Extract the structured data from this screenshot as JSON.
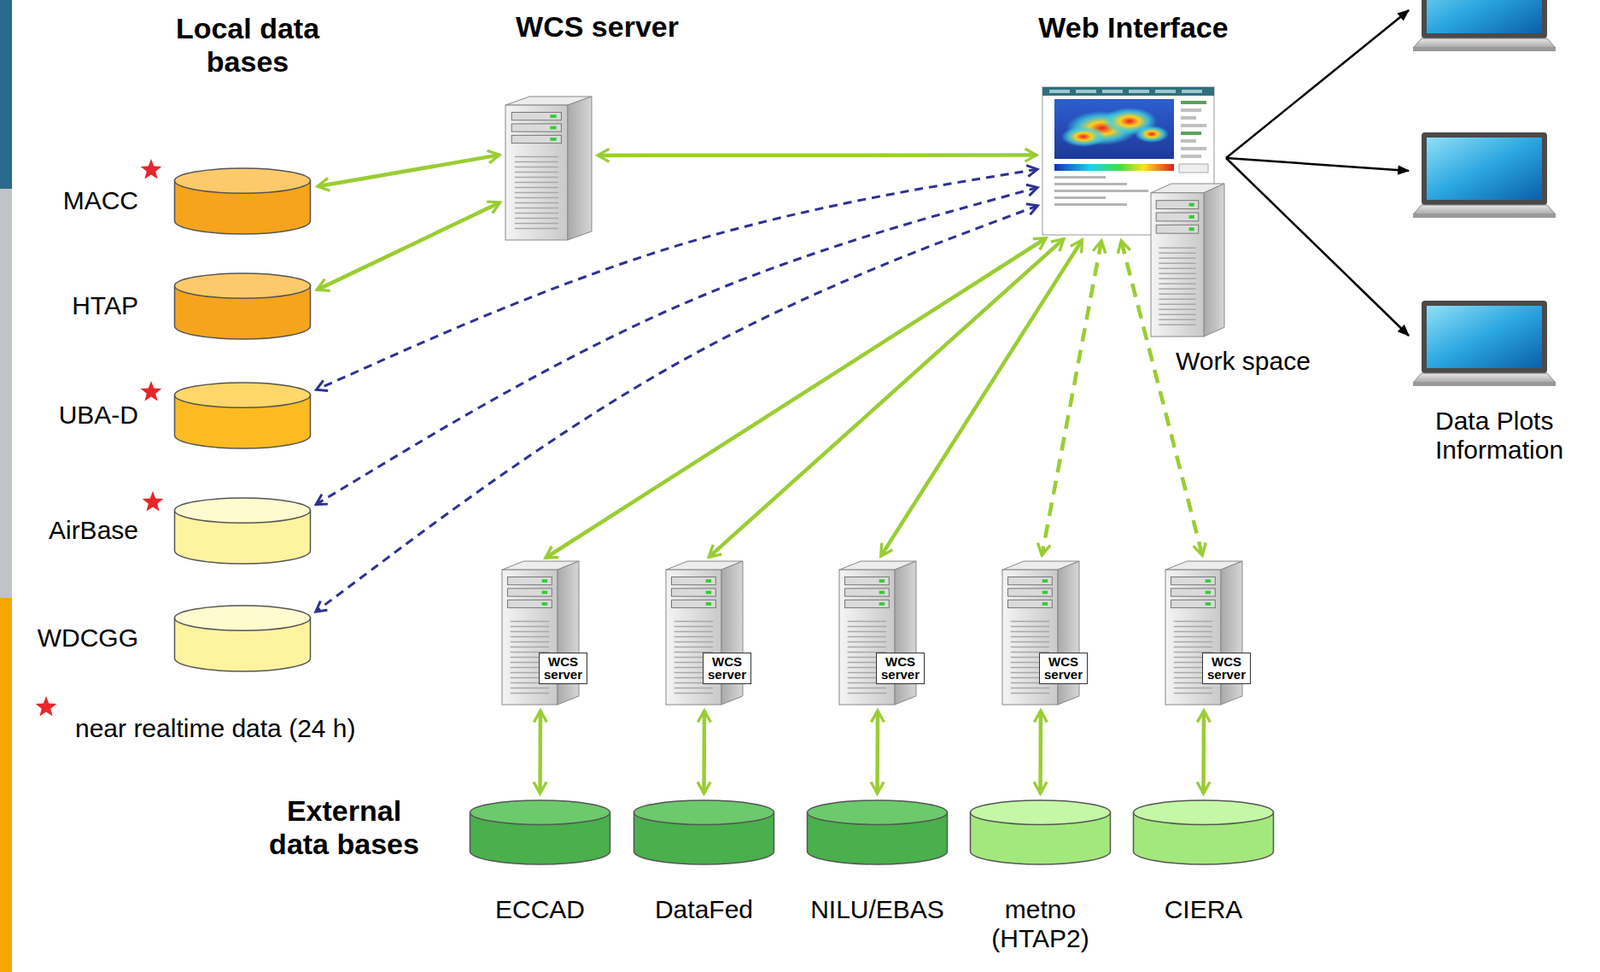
{
  "diagram": {
    "nodes": [
      {
        "text": [
          "WCS server"
        ]
      },
      {
        "text": [
          "Web Interface"
        ]
      },
      {
        "text": [
          "MACC"
        ]
      },
      {
        "text": [
          "HTAP"
        ]
      },
      {
        "text": [
          "UBA-D"
        ]
      },
      {
        "text": [
          "AirBase"
        ]
      },
      {
        "text": [
          "WDCGG"
        ]
      },
      {
        "text": [
          "Work space"
        ]
      },
      {
        "text": [
          "WCS server"
        ]
      },
      {
        "text": [
          "WCS server"
        ]
      },
      {
        "text": [
          "WCS server"
        ]
      },
      {
        "text": [
          "WCS server"
        ]
      },
      {
        "text": [
          "WCS server"
        ]
      },
      {
        "text": [
          "ECCAD"
        ]
      },
      {
        "text": [
          "DataFed"
        ]
      },
      {
        "text": [
          "NILU/EBAS"
        ]
      },
      {
        "text": [
          "metno (HTAP2)"
        ]
      },
      {
        "text": [
          "CIERA"
        ]
      }
    ],
    "edges": [
      {
        "from": 2,
        "to": 0,
        "arrow": "both"
      },
      {
        "from": 3,
        "to": 0,
        "arrow": "both"
      },
      {
        "from": 0,
        "to": 1,
        "arrow": "both"
      },
      {
        "from": 1,
        "to": 4,
        "arrow": "both"
      },
      {
        "from": 1,
        "to": 5,
        "arrow": "both"
      },
      {
        "from": 1,
        "to": 6,
        "arrow": "both"
      },
      {
        "from": 1,
        "to": 8,
        "arrow": "both"
      },
      {
        "from": 1,
        "to": 9,
        "arrow": "both"
      },
      {
        "from": 1,
        "to": 10,
        "arrow": "both"
      },
      {
        "from": 1,
        "to": 11,
        "arrow": "both"
      },
      {
        "from": 1,
        "to": 12,
        "arrow": "both"
      },
      {
        "from": 8,
        "to": 13,
        "arrow": "both"
      },
      {
        "from": 9,
        "to": 14,
        "arrow": "both"
      },
      {
        "from": 10,
        "to": 15,
        "arrow": "both"
      },
      {
        "from": 11,
        "to": 16,
        "arrow": "both"
      },
      {
        "from": 12,
        "to": 17,
        "arrow": "both"
      }
    ],
    "labels": [
      "Local data bases",
      "External data bases",
      "Data Plots Information"
    ],
    "legend": [
      {
        "text": "near realtime data (24 h)"
      }
    ]
  }
}
